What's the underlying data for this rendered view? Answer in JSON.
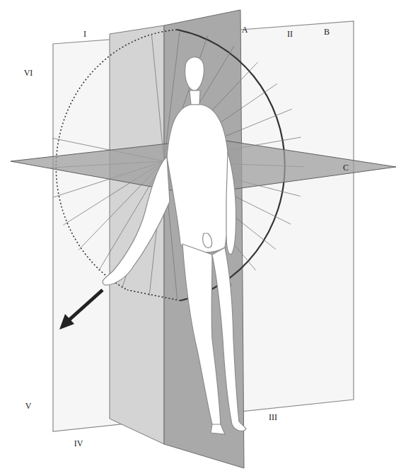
{
  "diagram": {
    "labels": [
      "A",
      "B",
      "C",
      "I",
      "II",
      "III",
      "IV",
      "V",
      "VI"
    ]
  }
}
